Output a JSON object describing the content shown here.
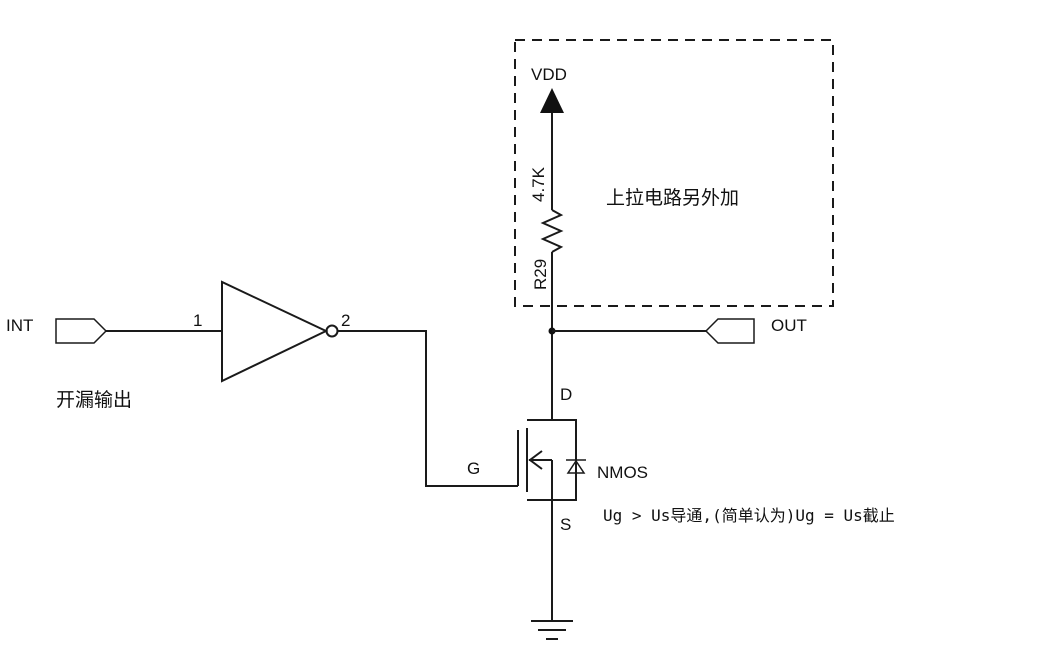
{
  "ports": {
    "input_name": "INT",
    "output_name": "OUT"
  },
  "inverter": {
    "pin_in": "1",
    "pin_out": "2",
    "note": "开漏输出"
  },
  "pullup": {
    "supply": "VDD",
    "resistor_value": "4.7K",
    "resistor_ref": "R29",
    "note": "上拉电路另外加"
  },
  "mosfet": {
    "gate": "G",
    "drain": "D",
    "source": "S",
    "type": "NMOS",
    "condition": "Ug > Us导通,(简单认为)Ug = Us截止"
  }
}
